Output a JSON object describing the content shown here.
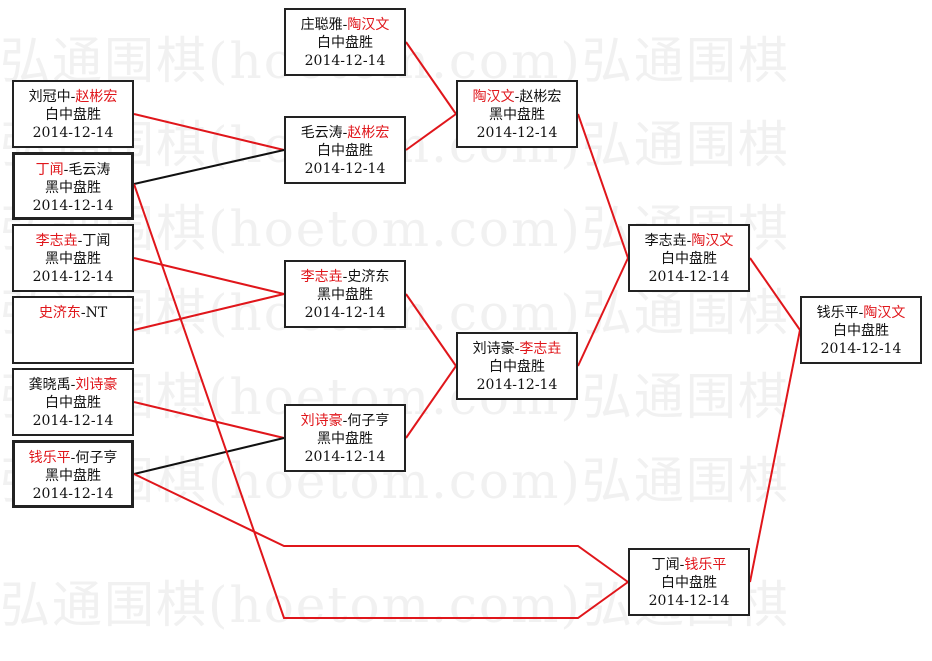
{
  "watermark": "弘通围棋(hoetom.com)弘通围棋",
  "colors": {
    "winner": "#e0161b",
    "line_red": "#e0161b",
    "line_black": "#111111"
  },
  "matches": [
    {
      "id": "m1",
      "p1": "刘冠中",
      "p2": "赵彬宏",
      "winner": 2,
      "result": "白中盘胜",
      "date": "2014-12-14"
    },
    {
      "id": "m2",
      "p1": "丁闻",
      "p2": "毛云涛",
      "winner": 1,
      "result": "黑中盘胜",
      "date": "2014-12-14"
    },
    {
      "id": "m3",
      "p1": "李志垚",
      "p2": "丁闻",
      "winner": 1,
      "result": "黑中盘胜",
      "date": "2014-12-14"
    },
    {
      "id": "m4",
      "p1": "史济东",
      "p2": "NT",
      "winner": 1,
      "result": "",
      "date": ""
    },
    {
      "id": "m5",
      "p1": "龚晓禹",
      "p2": "刘诗豪",
      "winner": 2,
      "result": "白中盘胜",
      "date": "2014-12-14"
    },
    {
      "id": "m6",
      "p1": "钱乐平",
      "p2": "何子亨",
      "winner": 1,
      "result": "黑中盘胜",
      "date": "2014-12-14"
    },
    {
      "id": "m7",
      "p1": "庄聪雅",
      "p2": "陶汉文",
      "winner": 2,
      "result": "白中盘胜",
      "date": "2014-12-14"
    },
    {
      "id": "m8",
      "p1": "毛云涛",
      "p2": "赵彬宏",
      "winner": 2,
      "result": "白中盘胜",
      "date": "2014-12-14"
    },
    {
      "id": "m9",
      "p1": "李志垚",
      "p2": "史济东",
      "winner": 1,
      "result": "黑中盘胜",
      "date": "2014-12-14"
    },
    {
      "id": "m10",
      "p1": "刘诗豪",
      "p2": "何子亨",
      "winner": 1,
      "result": "黑中盘胜",
      "date": "2014-12-14"
    },
    {
      "id": "m11",
      "p1": "陶汉文",
      "p2": "赵彬宏",
      "winner": 1,
      "result": "黑中盘胜",
      "date": "2014-12-14"
    },
    {
      "id": "m12",
      "p1": "刘诗豪",
      "p2": "李志垚",
      "winner": 2,
      "result": "白中盘胜",
      "date": "2014-12-14"
    },
    {
      "id": "m13",
      "p1": "李志垚",
      "p2": "陶汉文",
      "winner": 2,
      "result": "白中盘胜",
      "date": "2014-12-14"
    },
    {
      "id": "m14",
      "p1": "丁闻",
      "p2": "钱乐平",
      "winner": 2,
      "result": "白中盘胜",
      "date": "2014-12-14"
    },
    {
      "id": "m15",
      "p1": "钱乐平",
      "p2": "陶汉文",
      "winner": 2,
      "result": "白中盘胜",
      "date": "2014-12-14"
    }
  ]
}
